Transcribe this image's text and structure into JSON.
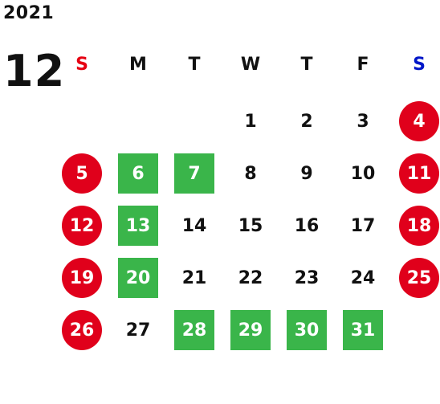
{
  "header": {
    "year": "2021",
    "month": "12"
  },
  "colors": {
    "sunday_label": "#e60012",
    "saturday_label": "#0017c8",
    "weekday_label": "#111111",
    "holiday_circle": "#e0001b",
    "closed_box": "#3ab54a",
    "day_text": "#111111"
  },
  "weekdays": [
    "S",
    "M",
    "T",
    "W",
    "T",
    "F",
    "S"
  ],
  "weeks": [
    [
      null,
      null,
      null,
      {
        "day": "1"
      },
      {
        "day": "2"
      },
      {
        "day": "3"
      },
      {
        "day": "4",
        "mark": "holiday"
      }
    ],
    [
      {
        "day": "5",
        "mark": "holiday"
      },
      {
        "day": "6",
        "mark": "closed"
      },
      {
        "day": "7",
        "mark": "closed"
      },
      {
        "day": "8"
      },
      {
        "day": "9"
      },
      {
        "day": "10"
      },
      {
        "day": "11",
        "mark": "holiday"
      }
    ],
    [
      {
        "day": "12",
        "mark": "holiday"
      },
      {
        "day": "13",
        "mark": "closed"
      },
      {
        "day": "14"
      },
      {
        "day": "15"
      },
      {
        "day": "16"
      },
      {
        "day": "17"
      },
      {
        "day": "18",
        "mark": "holiday"
      }
    ],
    [
      {
        "day": "19",
        "mark": "holiday"
      },
      {
        "day": "20",
        "mark": "closed"
      },
      {
        "day": "21"
      },
      {
        "day": "22"
      },
      {
        "day": "23"
      },
      {
        "day": "24"
      },
      {
        "day": "25",
        "mark": "holiday"
      }
    ],
    [
      {
        "day": "26",
        "mark": "holiday"
      },
      {
        "day": "27"
      },
      {
        "day": "28",
        "mark": "closed"
      },
      {
        "day": "29",
        "mark": "closed"
      },
      {
        "day": "30",
        "mark": "closed"
      },
      {
        "day": "31",
        "mark": "closed"
      },
      null
    ]
  ]
}
